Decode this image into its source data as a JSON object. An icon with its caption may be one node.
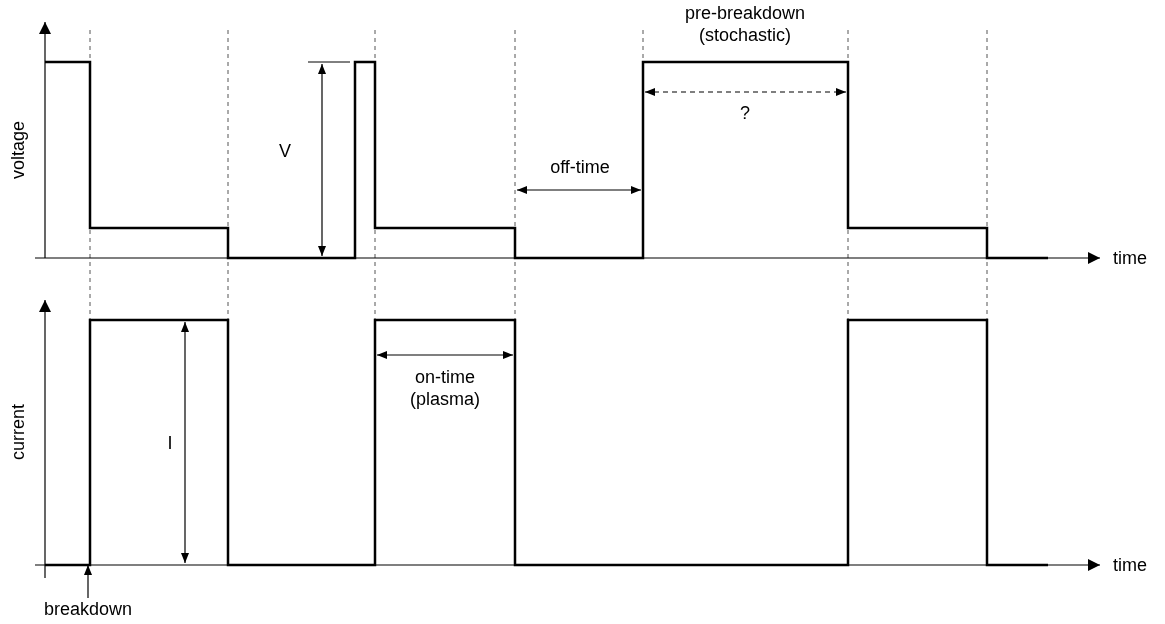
{
  "diagram": {
    "nodes": [
      {
        "text": [
          "breakdown"
        ]
      },
      {
        "text": [],
        "shape": "picture"
      }
    ],
    "edges": [
      {
        "from": 0,
        "to": 1,
        "arrow": "to"
      }
    ],
    "labels": [
      "pre-breakdown (stochastic)",
      "?",
      "V",
      "voltage",
      "off-time",
      "time",
      "current",
      "on-time (plasma)",
      "I",
      "time"
    ]
  }
}
